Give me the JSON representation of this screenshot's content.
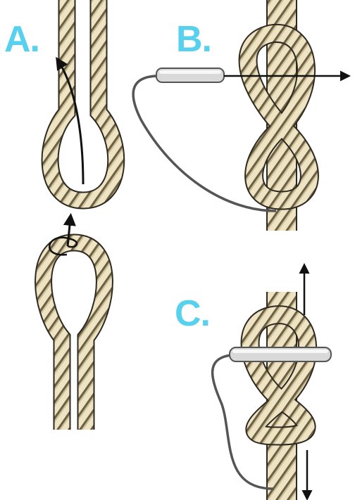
{
  "steps": [
    {
      "id": "a",
      "label": "A."
    },
    {
      "id": "b",
      "label": "B."
    },
    {
      "id": "c",
      "label": "C."
    }
  ],
  "colors": {
    "label": "#57d1ee",
    "rope_fill": "#eee3c3",
    "rope_shadow": "#cdbf96",
    "rope_outline": "#2e2a22",
    "rope_strand": "#6b5f44",
    "pin_body": "#d9d9d9",
    "pin_highlight": "#ffffff",
    "wire": "#555555",
    "arrow": "#111111"
  },
  "icons": [
    "rope-loop",
    "figure-eight-knot",
    "fid-tool",
    "direction-arrow"
  ]
}
